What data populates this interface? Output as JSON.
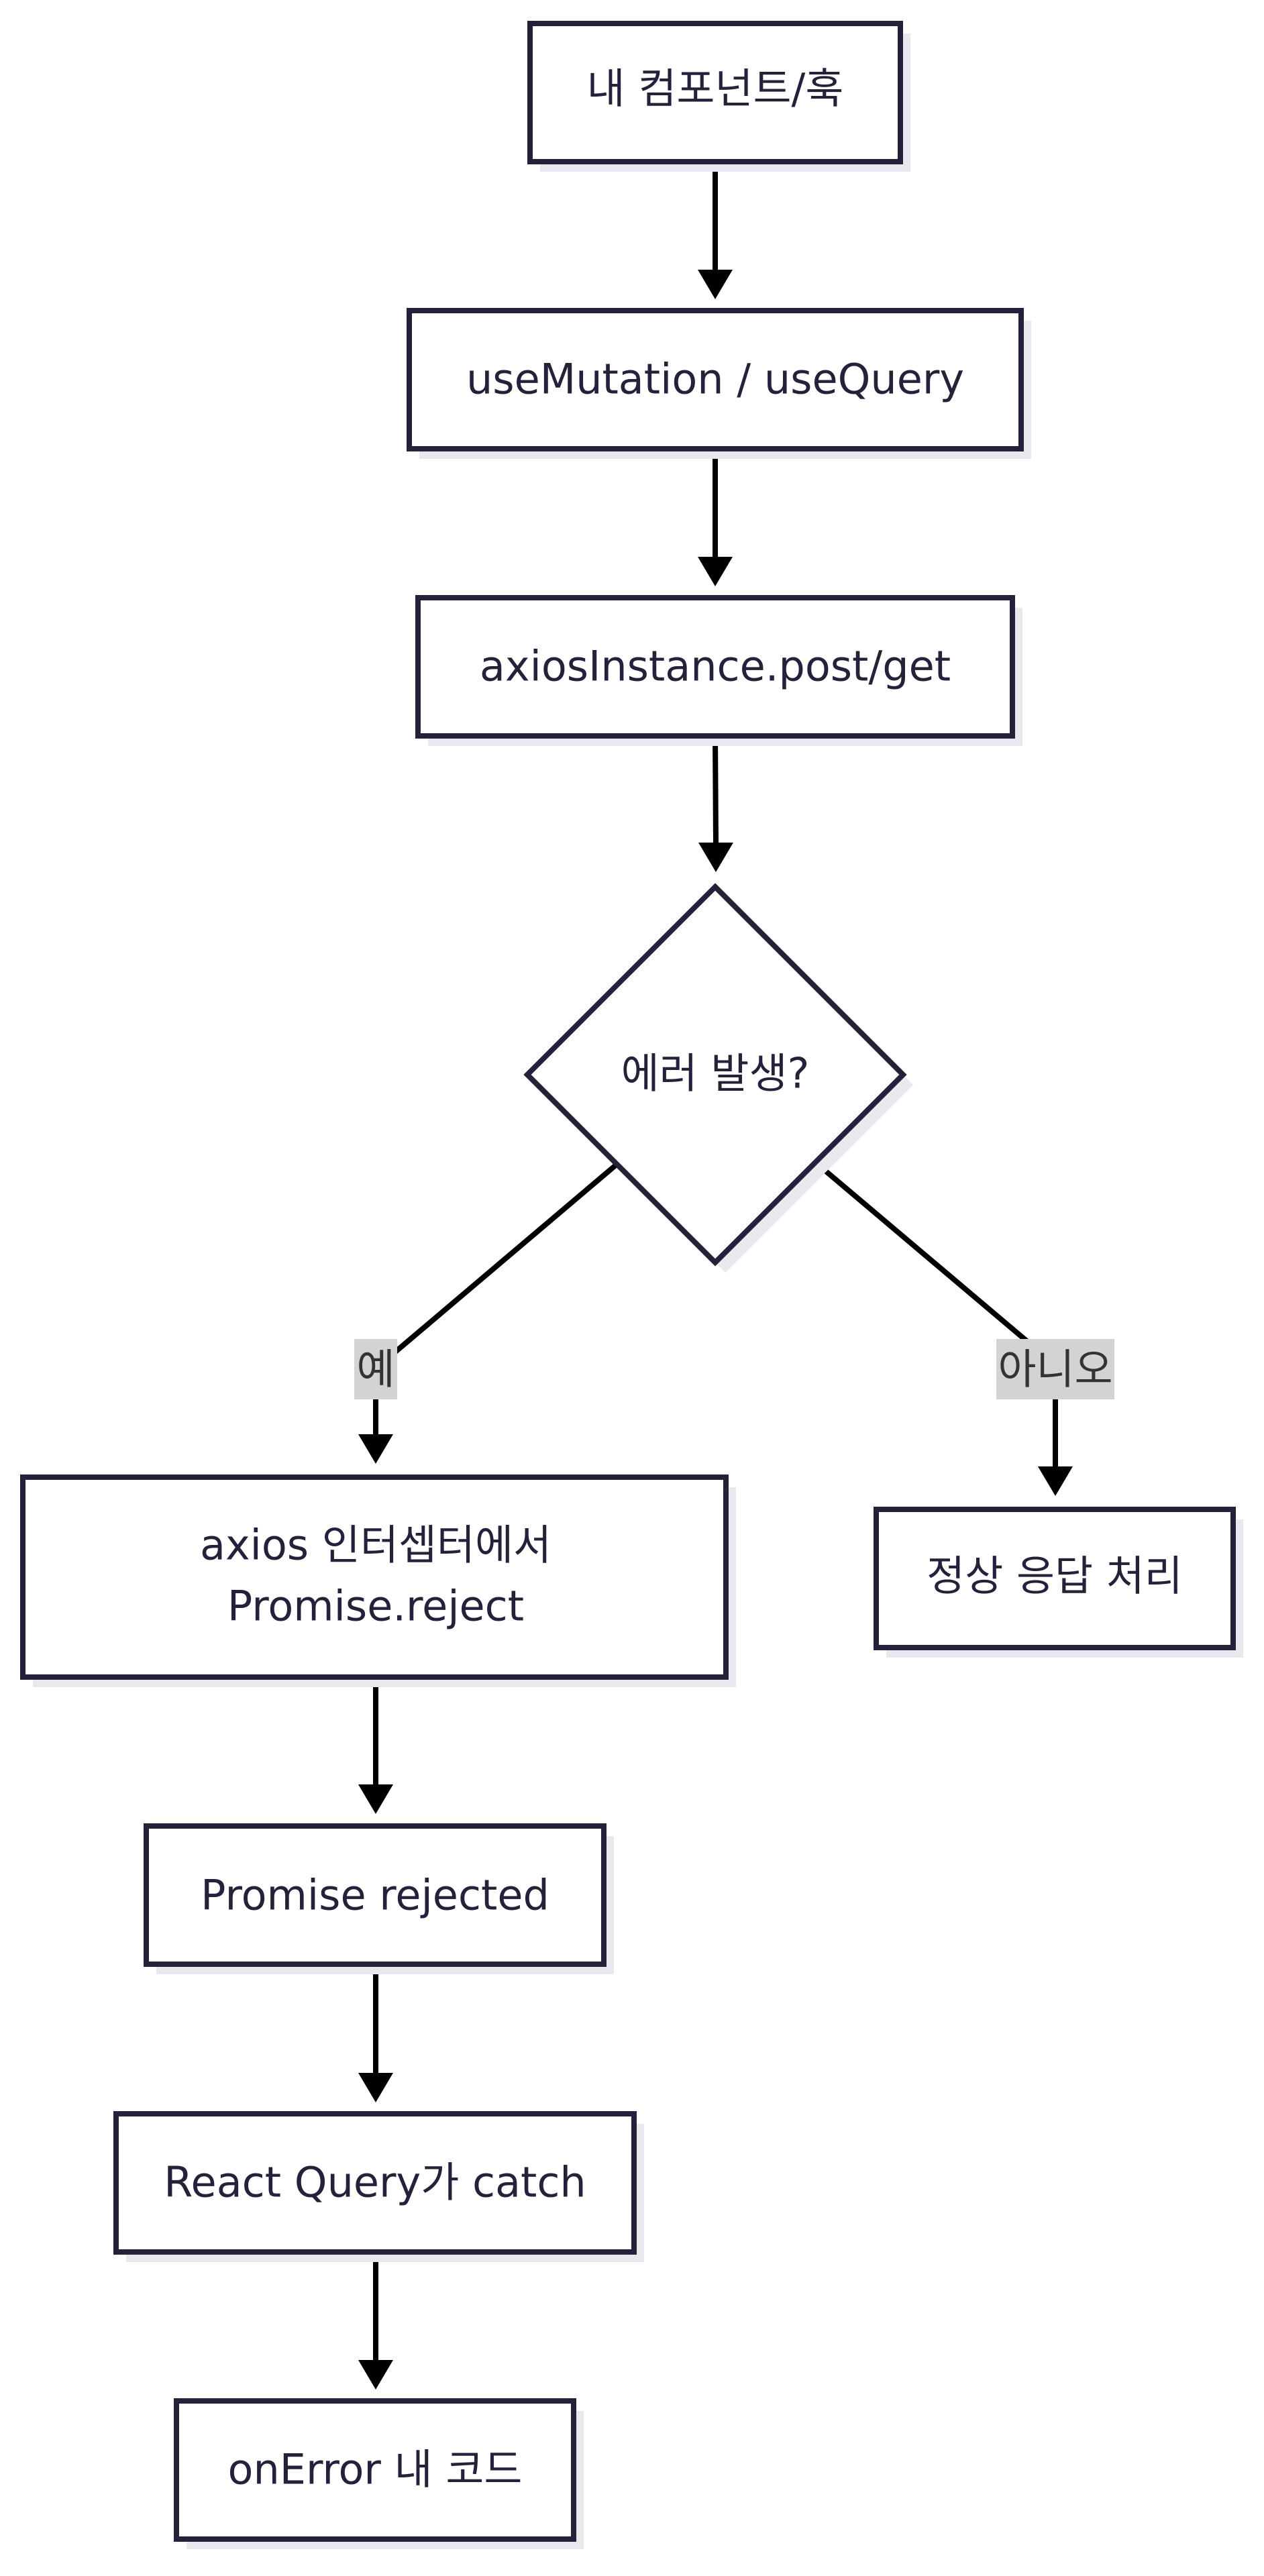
{
  "diagram": {
    "nodes": {
      "component": {
        "label": "내 컴포넌트/훅"
      },
      "use_query": {
        "label": "useMutation / useQuery"
      },
      "axios_call": {
        "label": "axiosInstance.post/get"
      },
      "error_check": {
        "label": "에러 발생?"
      },
      "interceptor_reject": {
        "line1": "axios 인터셉터에서",
        "line2": "Promise.reject"
      },
      "normal_response": {
        "label": "정상 응답 처리"
      },
      "promise_rejected": {
        "label": "Promise rejected"
      },
      "react_query_catch": {
        "label": "React Query가 catch"
      },
      "on_error": {
        "label": "onError 내 코드"
      }
    },
    "edges": {
      "yes_label": "예",
      "no_label": "아니오"
    }
  }
}
